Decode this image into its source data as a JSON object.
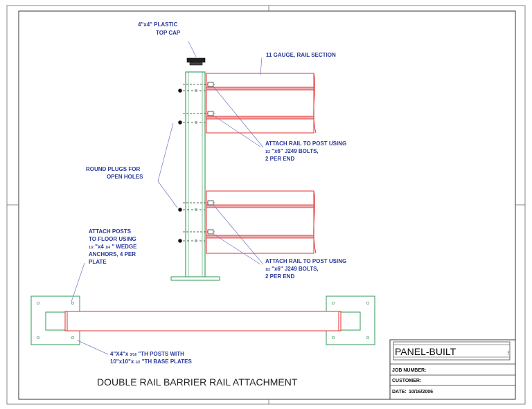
{
  "drawing_title": "DOUBLE RAIL BARRIER RAIL ATTACHMENT",
  "notes": {
    "top_cap": [
      "4\"x4\" PLASTIC",
      "TOP CAP"
    ],
    "rail_section": "11 GAUGE, RAIL SECTION",
    "attach_upper": {
      "line1": "ATTACH RAIL TO POST USING",
      "frac": "1/2",
      "line2_rest": " \"x6\" J249 BOLTS,",
      "line3": "2 PER END"
    },
    "round_plugs": [
      "ROUND PLUGS FOR",
      "OPEN HOLES"
    ],
    "attach_lower": {
      "line1": "ATTACH RAIL TO POST USING",
      "frac": "1/2",
      "line2_rest": " \"x6\" J249 BOLTS,",
      "line3": "2 PER END"
    },
    "anchors": {
      "line1": "ATTACH POSTS",
      "line2": "TO FLOOR USING",
      "frac_a": "1/2",
      "mid": " \"x4 ",
      "frac_b": "1/4",
      "rest": " \" WEDGE",
      "line4": "ANCHORS, 4 PER",
      "line5": "PLATE"
    },
    "posts": {
      "line1_a": "4\"X4\"x ",
      "frac": "3/16",
      "line1_b": " \"TH POSTS WITH",
      "line2_a": "10\"x10\"x ",
      "frac2": "1/2",
      "line2_b": " \"TH BASE PLATES"
    }
  },
  "title_block": {
    "brand": "PANEL-BUILT",
    "job_number_label": "JOB NUMBER:",
    "customer_label": "CUSTOMER:",
    "date_label": "DATE:",
    "date_value": "10/16/2006"
  },
  "colors": {
    "rail": "#e03030",
    "post": "#2e9a55",
    "note": "#2a3a9a",
    "leader": "#6a78c0",
    "border": "#444444"
  }
}
